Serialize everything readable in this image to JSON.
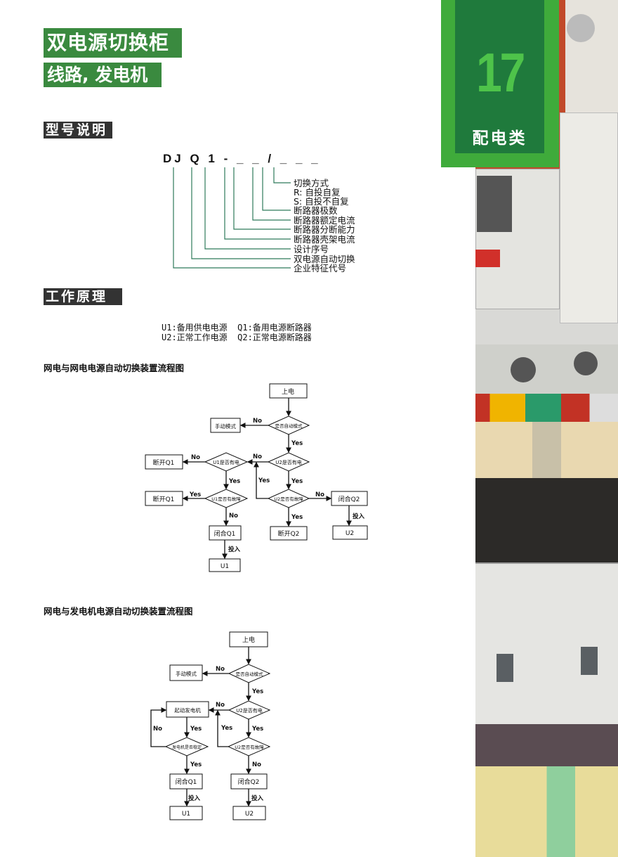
{
  "header": {
    "title": "双电源切换柜",
    "subtitle": "线路, 发电机"
  },
  "side_panel": {
    "page_number": "17",
    "category": "配电类",
    "colors": {
      "outer": "#3fab3b",
      "inner": "#1f7a3c",
      "number": "#4ec34a"
    }
  },
  "model": {
    "heading": "型号说明",
    "code": "DJ Q 1 - _ _ / _ _ _",
    "labels": [
      "切换方式",
      "R:  自投自复",
      "S:  自投不自复",
      "断路器极数",
      "断路器额定电流",
      "断路器分断能力",
      "断路器壳架电流",
      "设计序号",
      "双电源自动切换",
      "企业特征代号"
    ]
  },
  "principle": {
    "heading": "工作原理",
    "legend": [
      "U1:备用供电电源  Q1:备用电源断路器",
      "U2:正常工作电源  Q2:正常电源断路器"
    ]
  },
  "flow1": {
    "heading": "网电与网电电源自动切换装置流程图",
    "power_on": "上电",
    "auto_mode": "是否自动模式",
    "manual": "手动模式",
    "u2_power": "U2是否有电",
    "u1_power": "U1是否有电",
    "open_q1_a": "断开Q1",
    "open_q1_b": "断开Q1",
    "u1_fault": "U1是否有故障",
    "u2_fault": "U2是否有故障",
    "close_q1": "闭合Q1",
    "close_q2": "闭合Q2",
    "open_q2": "断开Q2",
    "u1": "U1",
    "u2": "U2",
    "yes": "Yes",
    "no": "No",
    "input": "投入"
  },
  "flow2": {
    "heading": "网电与发电机电源自动切换装置流程图",
    "power_on": "上电",
    "auto_mode": "是否自动模式",
    "manual": "手动模式",
    "u2_power": "U2是否有电",
    "start_gen": "起动发电机",
    "gen_stable": "发电机是否稳定",
    "u2_fault": "U2是否有故障",
    "close_q1": "闭合Q1",
    "close_q2": "闭合Q2",
    "u1": "U1",
    "u2": "U2",
    "yes": "Yes",
    "no": "No",
    "input": "投入"
  }
}
